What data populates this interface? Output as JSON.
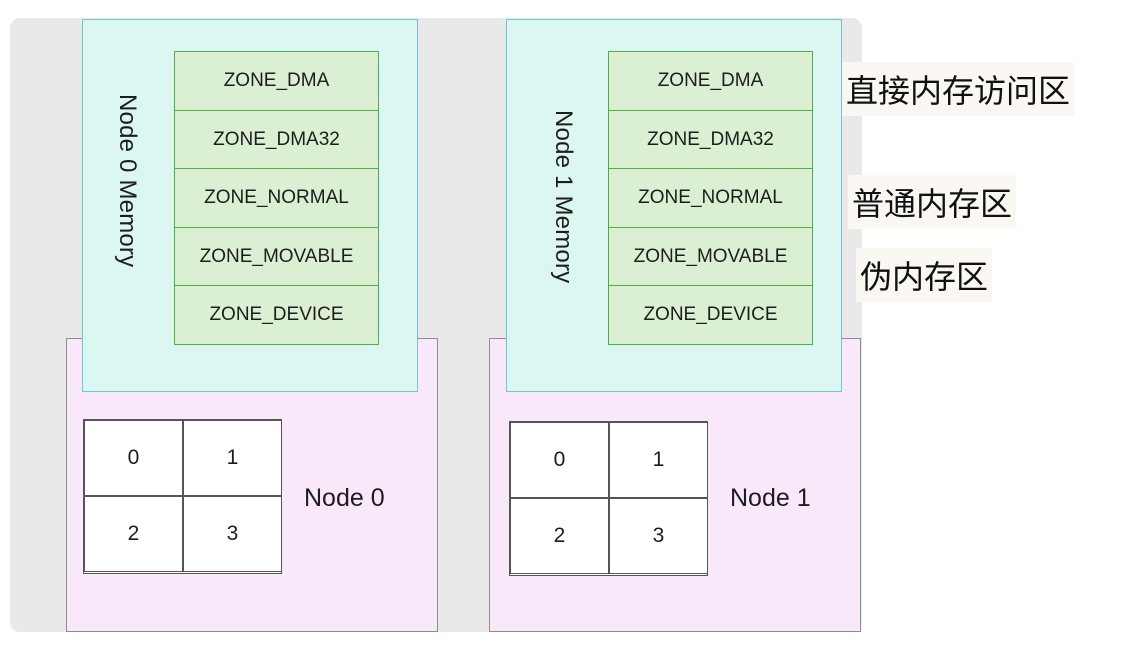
{
  "nodes": [
    {
      "name": "Node 0",
      "memory_label": "Node 0 Memory",
      "zones": [
        "ZONE_DMA",
        "ZONE_DMA32",
        "ZONE_NORMAL",
        "ZONE_MOVABLE",
        "ZONE_DEVICE"
      ],
      "cpus": [
        "0",
        "1",
        "2",
        "3"
      ]
    },
    {
      "name": "Node 1",
      "memory_label": "Node 1 Memory",
      "zones": [
        "ZONE_DMA",
        "ZONE_DMA32",
        "ZONE_NORMAL",
        "ZONE_MOVABLE",
        "ZONE_DEVICE"
      ],
      "cpus": [
        "0",
        "1",
        "2",
        "3"
      ]
    }
  ],
  "annotations": {
    "direct_memory_access": "直接内存访问区",
    "normal_memory": "普通内存区",
    "pseudo_memory": "伪内存区"
  },
  "colors": {
    "node_fill": "#f9e8f9",
    "memory_fill": "#dcf6f2",
    "memory_border": "#74c6cf",
    "zone_fill": "#dbf0d2",
    "zone_border": "#4fae4a"
  }
}
